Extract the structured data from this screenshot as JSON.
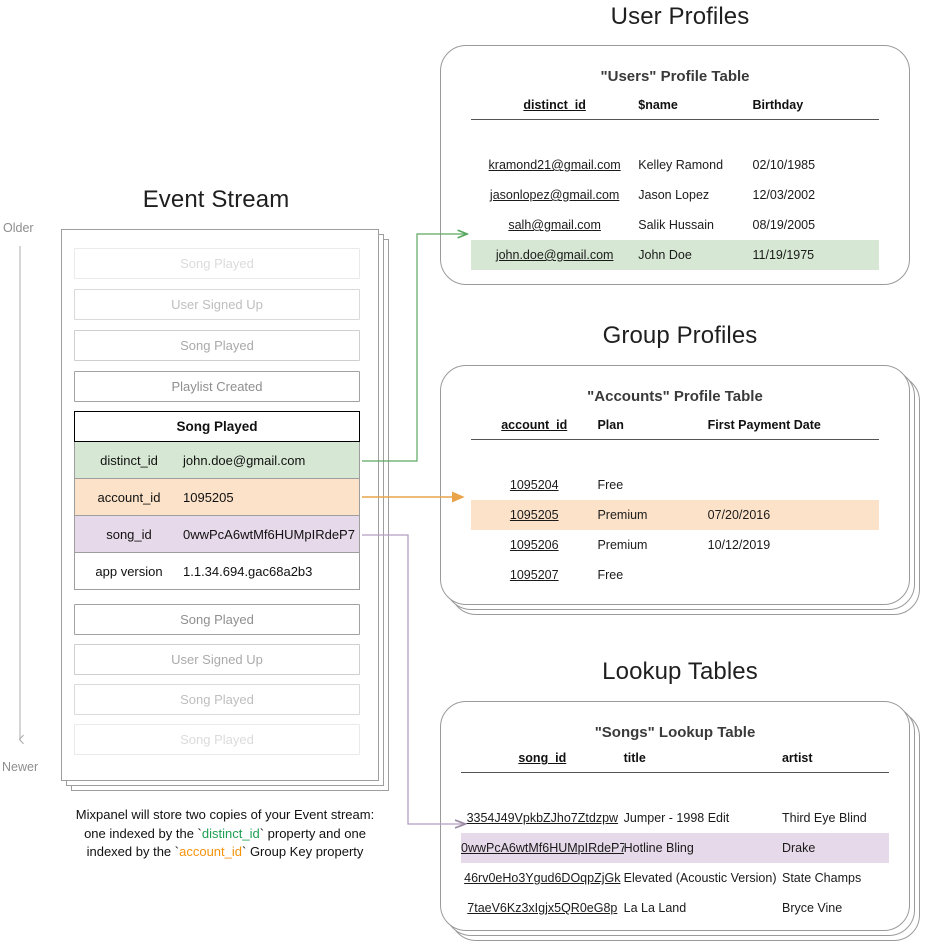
{
  "sections": {
    "event_stream_title": "Event Stream",
    "user_profiles_title": "User Profiles",
    "group_profiles_title": "Group Profiles",
    "lookup_tables_title": "Lookup Tables"
  },
  "axis": {
    "older": "Older",
    "newer": "Newer"
  },
  "event_stream": {
    "before_events": [
      {
        "label": "Song Played"
      },
      {
        "label": "User Signed Up"
      },
      {
        "label": "Song Played"
      },
      {
        "label": "Playlist Created"
      }
    ],
    "selected_event": {
      "name": "Song Played",
      "properties": [
        {
          "key": "distinct_id",
          "value": "john.doe@gmail.com",
          "highlight": "green"
        },
        {
          "key": "account_id",
          "value": "1095205",
          "highlight": "orange"
        },
        {
          "key": "song_id",
          "value": "0wwPcA6wtMf6HUMpIRdeP7",
          "highlight": "purple"
        },
        {
          "key": "app version",
          "value": "1.1.34.694.gac68a2b3",
          "highlight": "none"
        }
      ]
    },
    "after_events": [
      {
        "label": "Song Played"
      },
      {
        "label": "User Signed Up"
      },
      {
        "label": "Song Played"
      },
      {
        "label": "Song Played"
      }
    ]
  },
  "caption": {
    "line1": "Mixpanel will store two copies of your Event stream:",
    "line2_pre": "one indexed by the `",
    "line2_key": "distinct_id",
    "line2_post": "` property and one",
    "line3_pre": "indexed by the `",
    "line3_key": "account_id",
    "line3_post": "` Group Key property"
  },
  "users_table": {
    "title": "\"Users\" Profile Table",
    "columns": [
      "distinct_id",
      "$name",
      "Birthday"
    ],
    "rows": [
      {
        "cells": [
          "kramond21@gmail.com",
          "Kelley Ramond",
          "02/10/1985"
        ],
        "highlight": "none"
      },
      {
        "cells": [
          "jasonlopez@gmail.com",
          "Jason Lopez",
          "12/03/2002"
        ],
        "highlight": "none"
      },
      {
        "cells": [
          "salh@gmail.com",
          "Salik Hussain",
          "08/19/2005"
        ],
        "highlight": "none"
      },
      {
        "cells": [
          "john.doe@gmail.com",
          "John Doe",
          "11/19/1975"
        ],
        "highlight": "green"
      }
    ]
  },
  "accounts_table": {
    "title": "\"Accounts\" Profile Table",
    "columns": [
      "account_id",
      "Plan",
      "First Payment Date"
    ],
    "rows": [
      {
        "cells": [
          "1095204",
          "Free",
          ""
        ],
        "highlight": "none"
      },
      {
        "cells": [
          "1095205",
          "Premium",
          "07/20/2016"
        ],
        "highlight": "orange"
      },
      {
        "cells": [
          "1095206",
          "Premium",
          "10/12/2019"
        ],
        "highlight": "none"
      },
      {
        "cells": [
          "1095207",
          "Free",
          ""
        ],
        "highlight": "none"
      }
    ]
  },
  "songs_table": {
    "title": "\"Songs\" Lookup Table",
    "columns": [
      "song_id",
      "title",
      "artist"
    ],
    "rows": [
      {
        "cells": [
          "3354J49VpkbZJho7Ztdzpw",
          "Jumper - 1998 Edit",
          "Third Eye Blind"
        ],
        "highlight": "none"
      },
      {
        "cells": [
          "0wwPcA6wtMf6HUMpIRdeP7",
          "Hotline Bling",
          "Drake"
        ],
        "highlight": "purple"
      },
      {
        "cells": [
          "46rv0eHo3Ygud6DOqpZjGk",
          "Elevated (Acoustic Version)",
          "State Champs"
        ],
        "highlight": "none"
      },
      {
        "cells": [
          "7taeV6Kz3xIgjx5QR0eG8p",
          "La La Land",
          "Bryce Vine"
        ],
        "highlight": "none"
      }
    ]
  },
  "colors": {
    "green_fill": "#d6e8d3",
    "orange_fill": "#fce2c8",
    "purple_fill": "#e6d9e9",
    "green_line": "#5aa861",
    "orange_line": "#e9a44a",
    "purple_line": "#b49ec0",
    "panel_border": "#9a9a9a"
  }
}
